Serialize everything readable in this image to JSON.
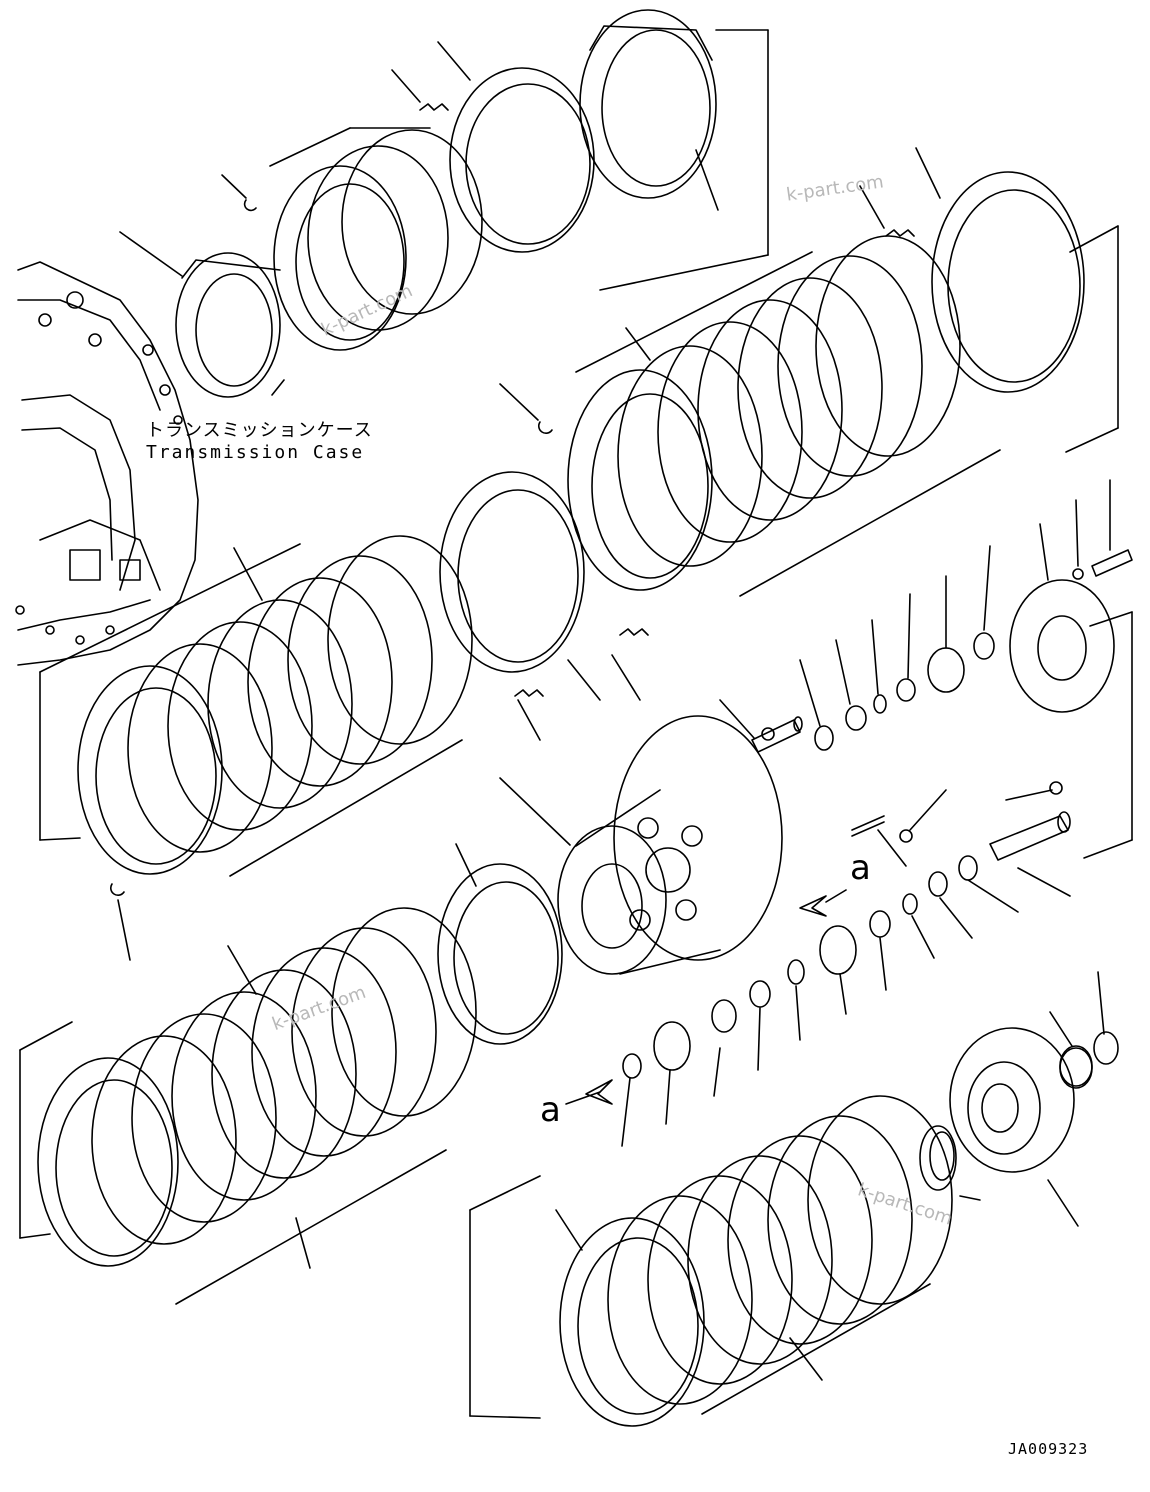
{
  "labels": {
    "case_jp": "トランスミッションケース",
    "case_en": "Transmission Case",
    "view_mark_upper": "a",
    "view_mark_lower": "a",
    "drawing_number": "JA009323"
  },
  "watermarks": [
    "k-part.com",
    "k-part.com",
    "k-part.com",
    "k-part.com"
  ],
  "colors": {
    "line": "#000000",
    "background": "#ffffff",
    "watermark": "#b8b8b8"
  }
}
